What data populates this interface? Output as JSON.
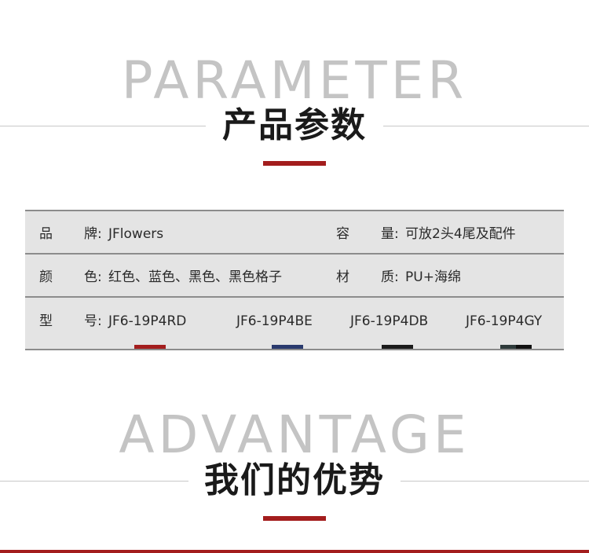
{
  "parameter_section": {
    "bg_title": "PARAMETER",
    "cn_title": "产品参数"
  },
  "params": {
    "brand_label": "品",
    "brand_label2": "牌:",
    "brand_value": "JFlowers",
    "capacity_label": "容",
    "capacity_label2": "量:",
    "capacity_value": "可放2头4尾及配件",
    "color_label": "颜",
    "color_label2": "色:",
    "color_value": "红色、蓝色、黑色、黑色格子",
    "material_label": "材",
    "material_label2": "质:",
    "material_value": "PU+海绵",
    "model_label": "型",
    "model_label2": "号:",
    "models": [
      "JF6-19P4RD",
      "JF6-19P4BE",
      "JF6-19P4DB",
      "JF6-19P4GY"
    ]
  },
  "model_colors": [
    "#a31d1d",
    "#2a3a6e",
    "#1a1a1a",
    "#2e3a3a"
  ],
  "advantage_section": {
    "bg_title": "ADVANTAGE",
    "cn_title": "我们的优势"
  },
  "colors": {
    "accent": "#a31d1d",
    "table_bg": "#e4e4e4",
    "watermark_text": "#c4c4c4"
  }
}
